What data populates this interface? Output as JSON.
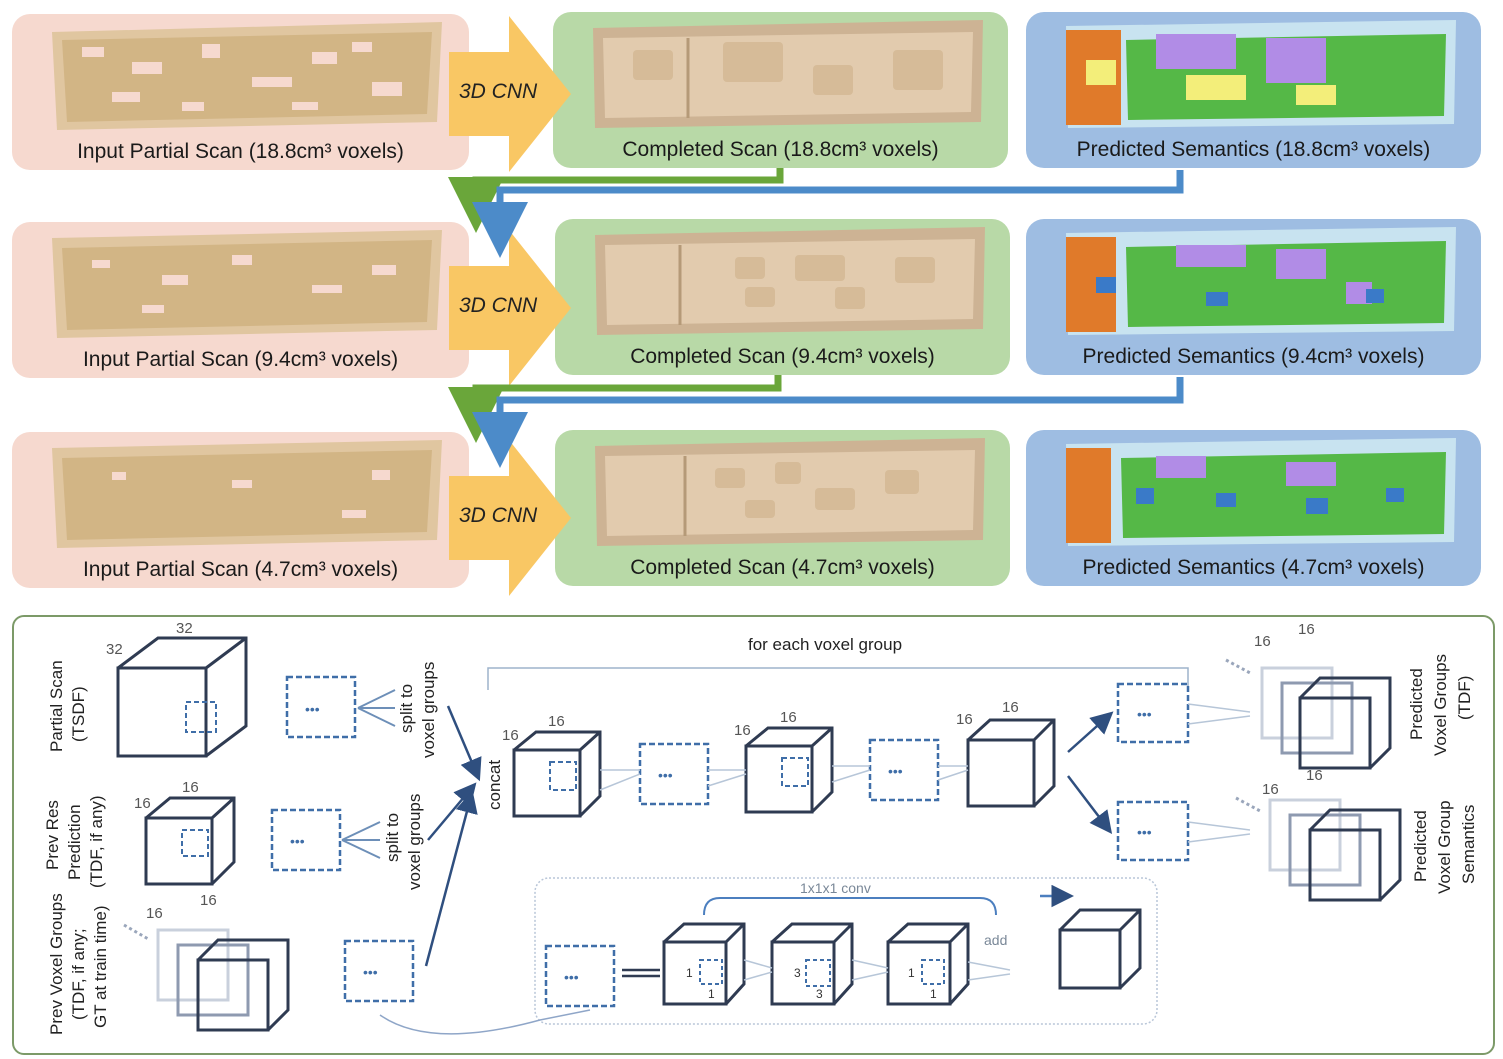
{
  "rows": [
    {
      "input_caption": "Input Partial Scan (18.8cm³ voxels)",
      "cnn_label": "3D CNN",
      "completed_caption": "Completed Scan (18.8cm³ voxels)",
      "semantic_caption": "Predicted Semantics (18.8cm³ voxels)"
    },
    {
      "input_caption": "Input Partial Scan (9.4cm³ voxels)",
      "cnn_label": "3D CNN",
      "completed_caption": "Completed Scan (9.4cm³ voxels)",
      "semantic_caption": "Predicted Semantics (9.4cm³ voxels)"
    },
    {
      "input_caption": "Input Partial Scan (4.7cm³ voxels)",
      "cnn_label": "3D CNN",
      "completed_caption": "Completed Scan (4.7cm³ voxels)",
      "semantic_caption": "Predicted Semantics (4.7cm³ voxels)"
    }
  ],
  "network": {
    "for_each_label": "for each voxel group",
    "partial_scan_label": "Partial Scan",
    "partial_scan_sub": "(TSDF)",
    "prev_res_label": "Prev Res",
    "prev_res_sub1": "Prediction",
    "prev_res_sub2": "(TDF, if any)",
    "prev_groups_label": "Prev Voxel Groups",
    "prev_groups_sub1": "(TDF, if any;",
    "prev_groups_sub2": "GT at train time)",
    "split_label_1": "split to",
    "split_label_2": "voxel groups",
    "concat_label": "concat",
    "pred_groups_label": "Predicted",
    "pred_groups_sub1": "Voxel Groups",
    "pred_groups_sub2": "(TDF)",
    "pred_sem_label": "Predicted",
    "pred_sem_sub1": "Voxel Group",
    "pred_sem_sub2": "Semantics",
    "conv_label": "1x1x1 conv",
    "add_label": "add",
    "dim_32": "32",
    "dim_16": "16",
    "dim_1": "1",
    "dim_3": "3",
    "dots": "•••"
  },
  "colors": {
    "input_panel": "#f6d9cf",
    "completed_panel": "#b8d9a7",
    "semantic_panel": "#9ebde2",
    "cnn_arrow": "#f9c764",
    "green_arrow": "#6aa63a",
    "blue_arrow": "#4c8bc9",
    "cube_stroke": "#2f3b52",
    "dashed_blue": "#3f6ea8"
  }
}
